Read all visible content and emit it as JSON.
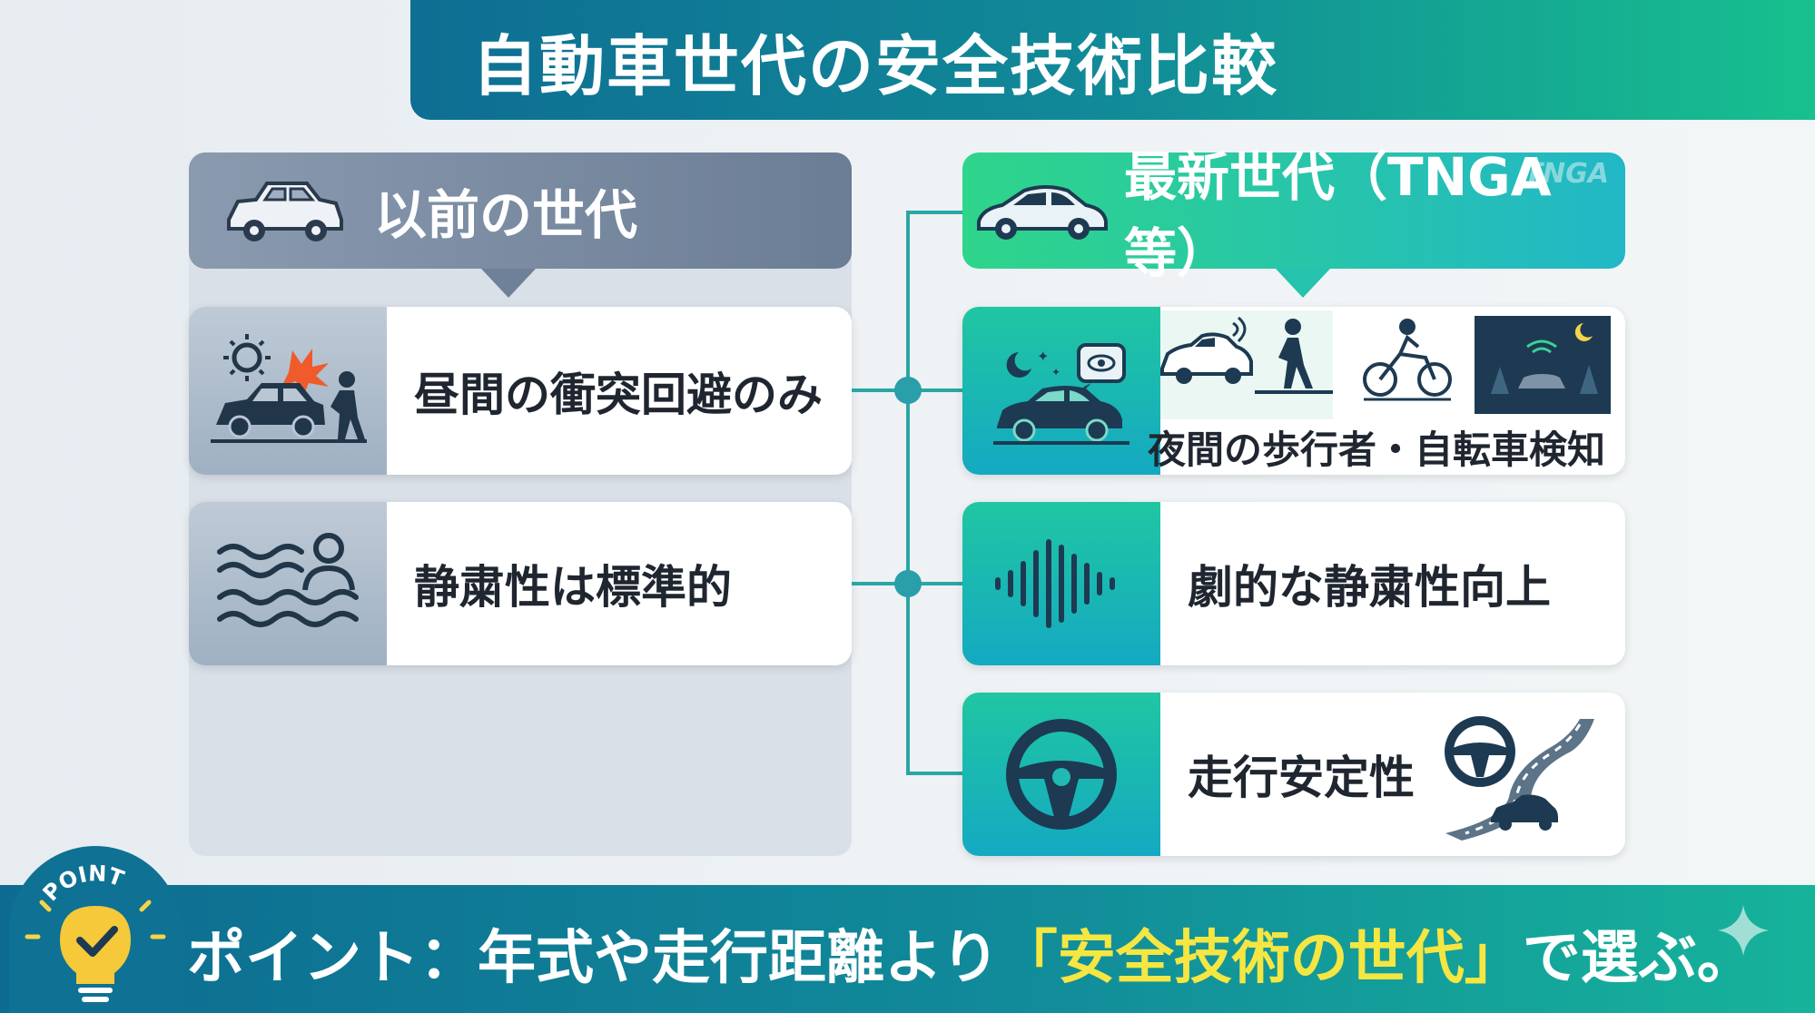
{
  "title": "自動車世代の安全技術比較",
  "left": {
    "header": "以前の世代",
    "cards": [
      {
        "label": "昼間の衝突回避のみ"
      },
      {
        "label": "静粛性は標準的"
      }
    ]
  },
  "right": {
    "header": "最新世代（TNGA等）",
    "watermark": "TNGA",
    "cards": [
      {
        "label": "夜間の歩行者・自転車検知"
      },
      {
        "label": "劇的な静粛性向上"
      },
      {
        "label": "走行安定性"
      }
    ]
  },
  "footer": {
    "badge": "POINT",
    "prefix": "ポイント：年式や走行距離より",
    "highlight": "「安全技術の世代」",
    "suffix": "で選ぶ。"
  },
  "colors": {
    "accent_teal": "#118a98",
    "accent_green": "#17c08e",
    "old_gen": "#6b7d95",
    "highlight_yellow": "#f5e642",
    "icon_dark": "#1d3a52"
  }
}
